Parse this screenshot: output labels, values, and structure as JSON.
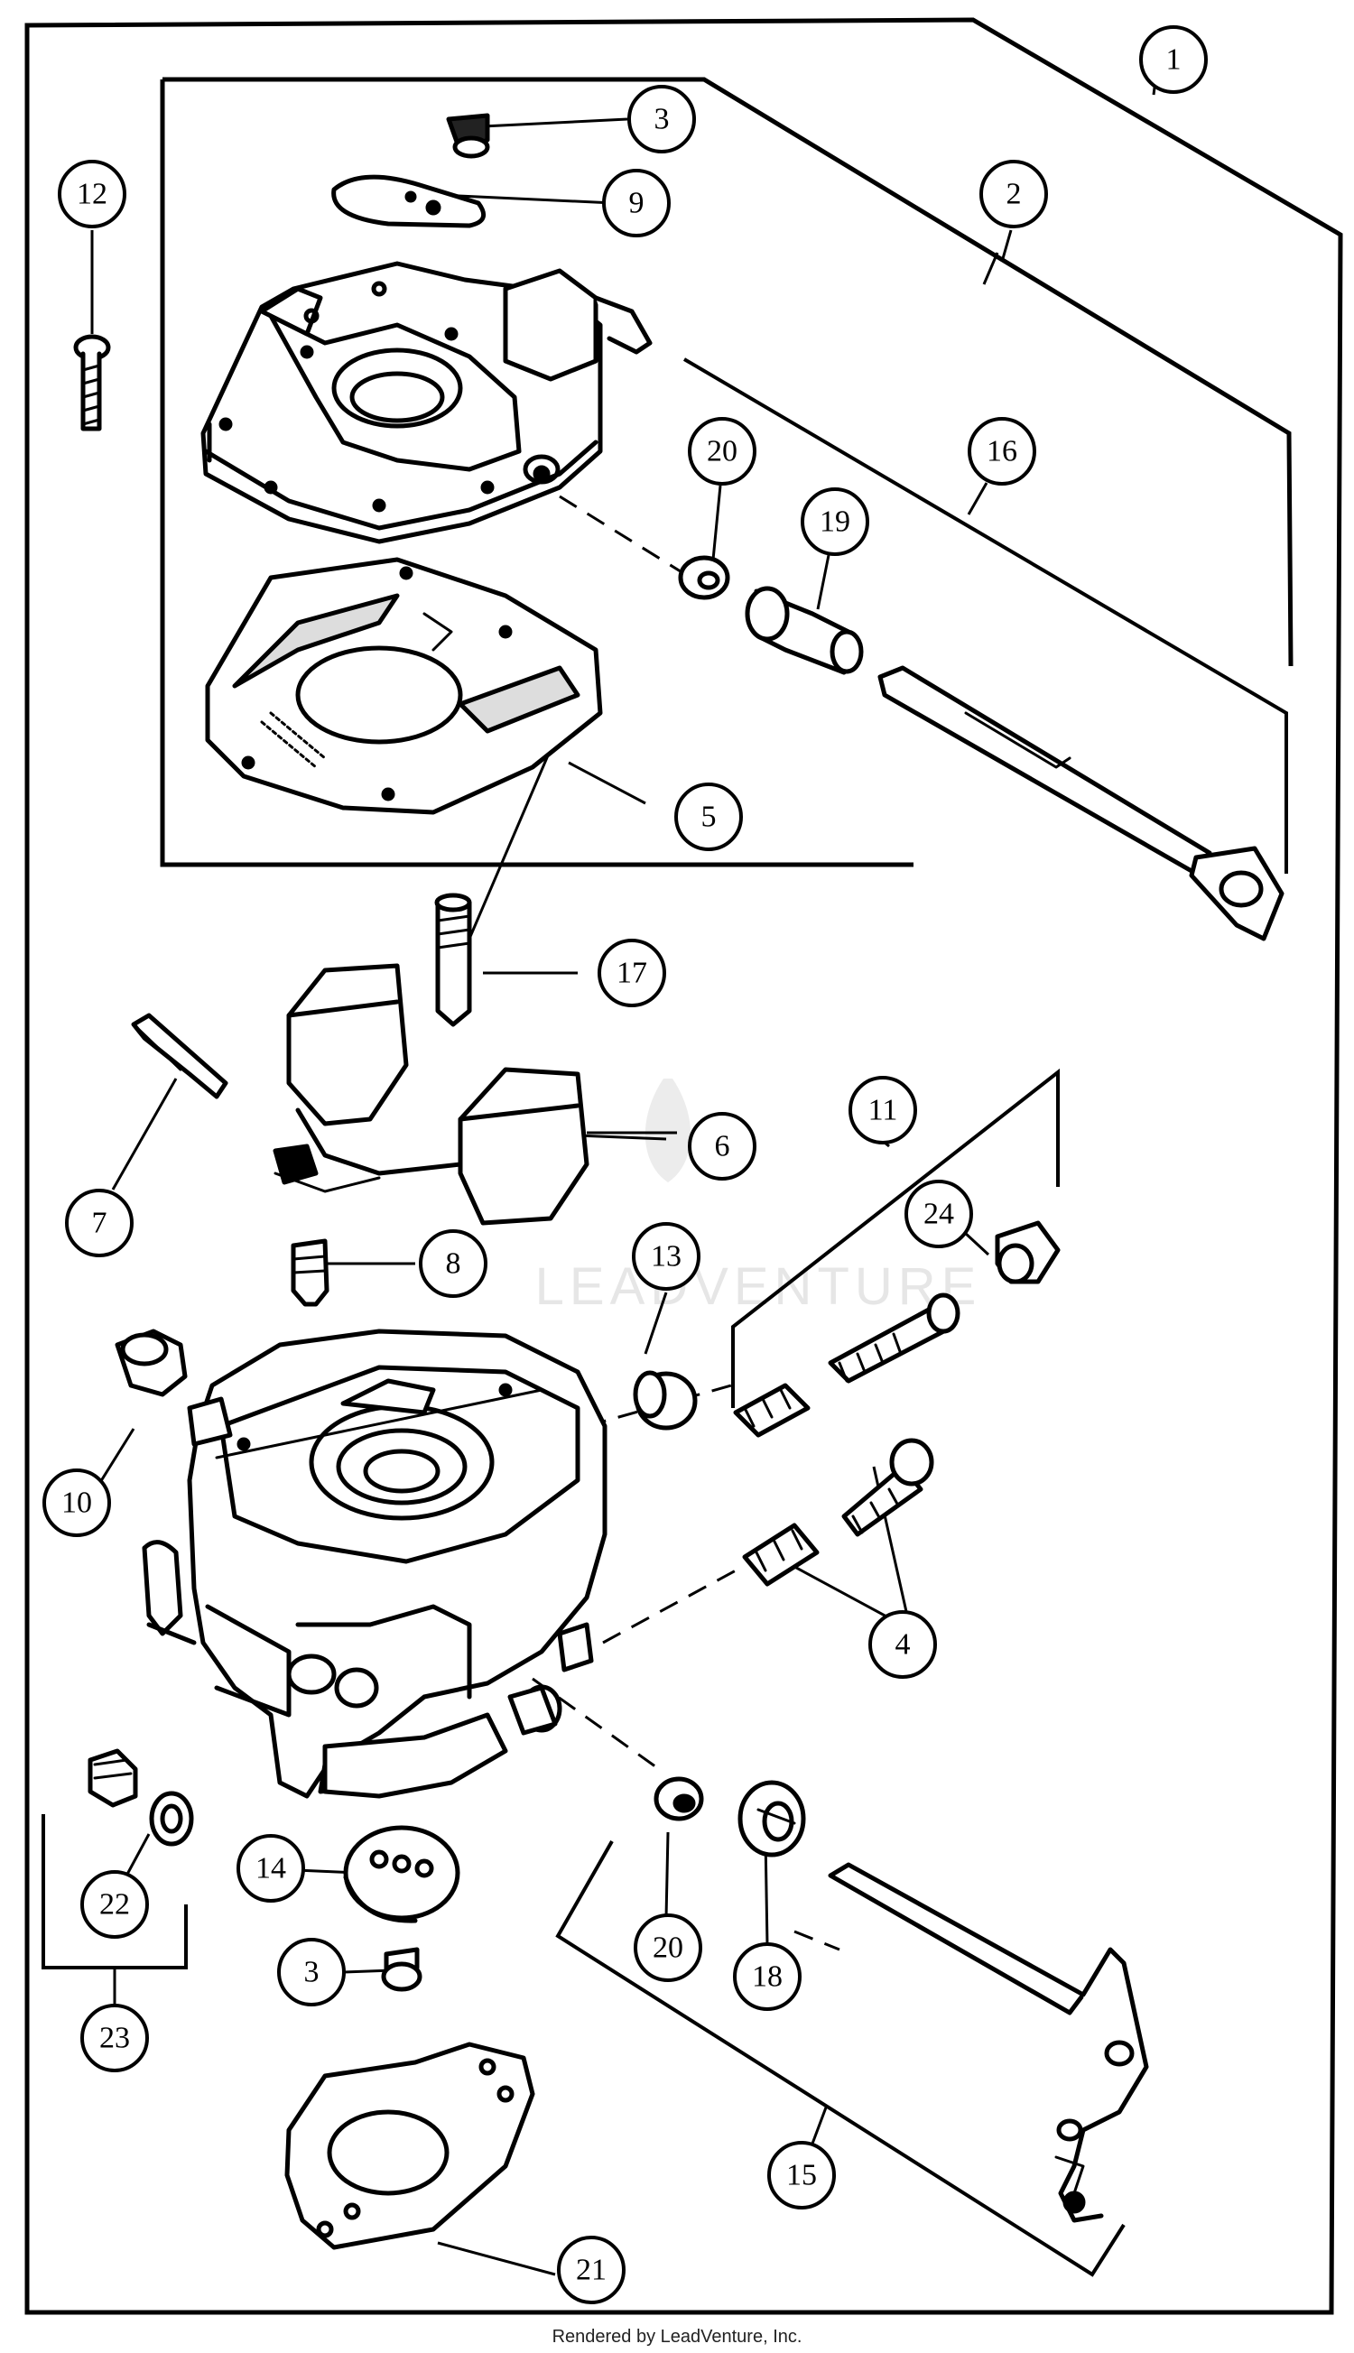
{
  "callouts": {
    "c1": "1",
    "c2": "2",
    "c3a": "3",
    "c9": "9",
    "c12": "12",
    "c20a": "20",
    "c19": "19",
    "c16": "16",
    "c5": "5",
    "c17": "17",
    "c11": "11",
    "c7": "7",
    "c6": "6",
    "c24": "24",
    "c13": "13",
    "c8": "8",
    "c10": "10",
    "c4": "4",
    "c22": "22",
    "c14": "14",
    "c20b": "20",
    "c18": "18",
    "c3b": "3",
    "c23": "23",
    "c15": "15",
    "c21": "21"
  },
  "watermark": "LEADVENTURE",
  "footer": "Rendered by LeadVenture, Inc."
}
